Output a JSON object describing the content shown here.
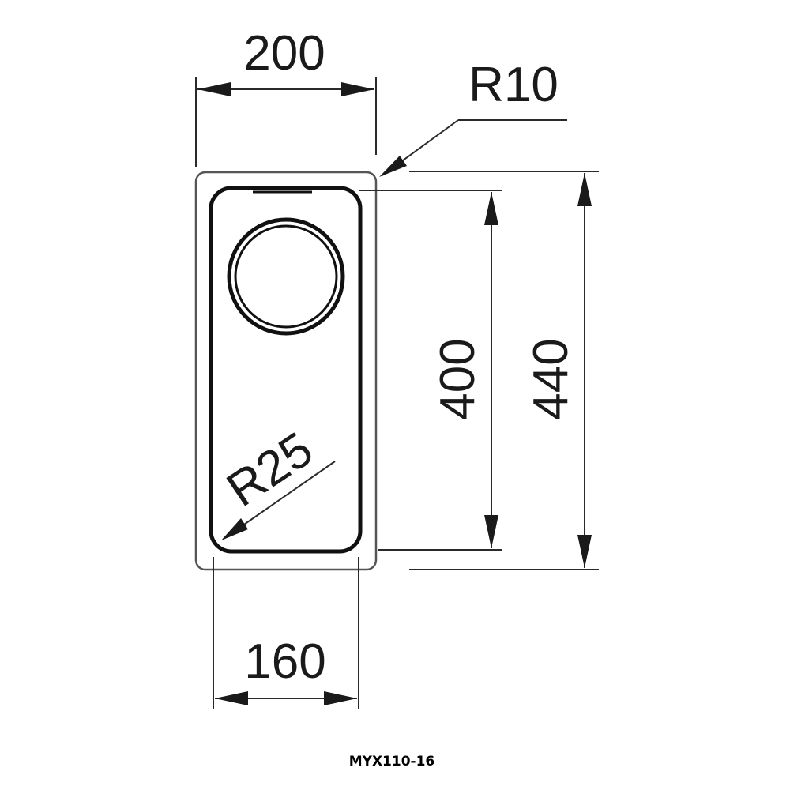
{
  "dimensions": {
    "outer_width": "200",
    "inner_width": "160",
    "inner_height": "400",
    "outer_height": "440",
    "outer_corner_radius": "R10",
    "inner_corner_radius": "R25"
  },
  "model_code": "MYX110-16"
}
